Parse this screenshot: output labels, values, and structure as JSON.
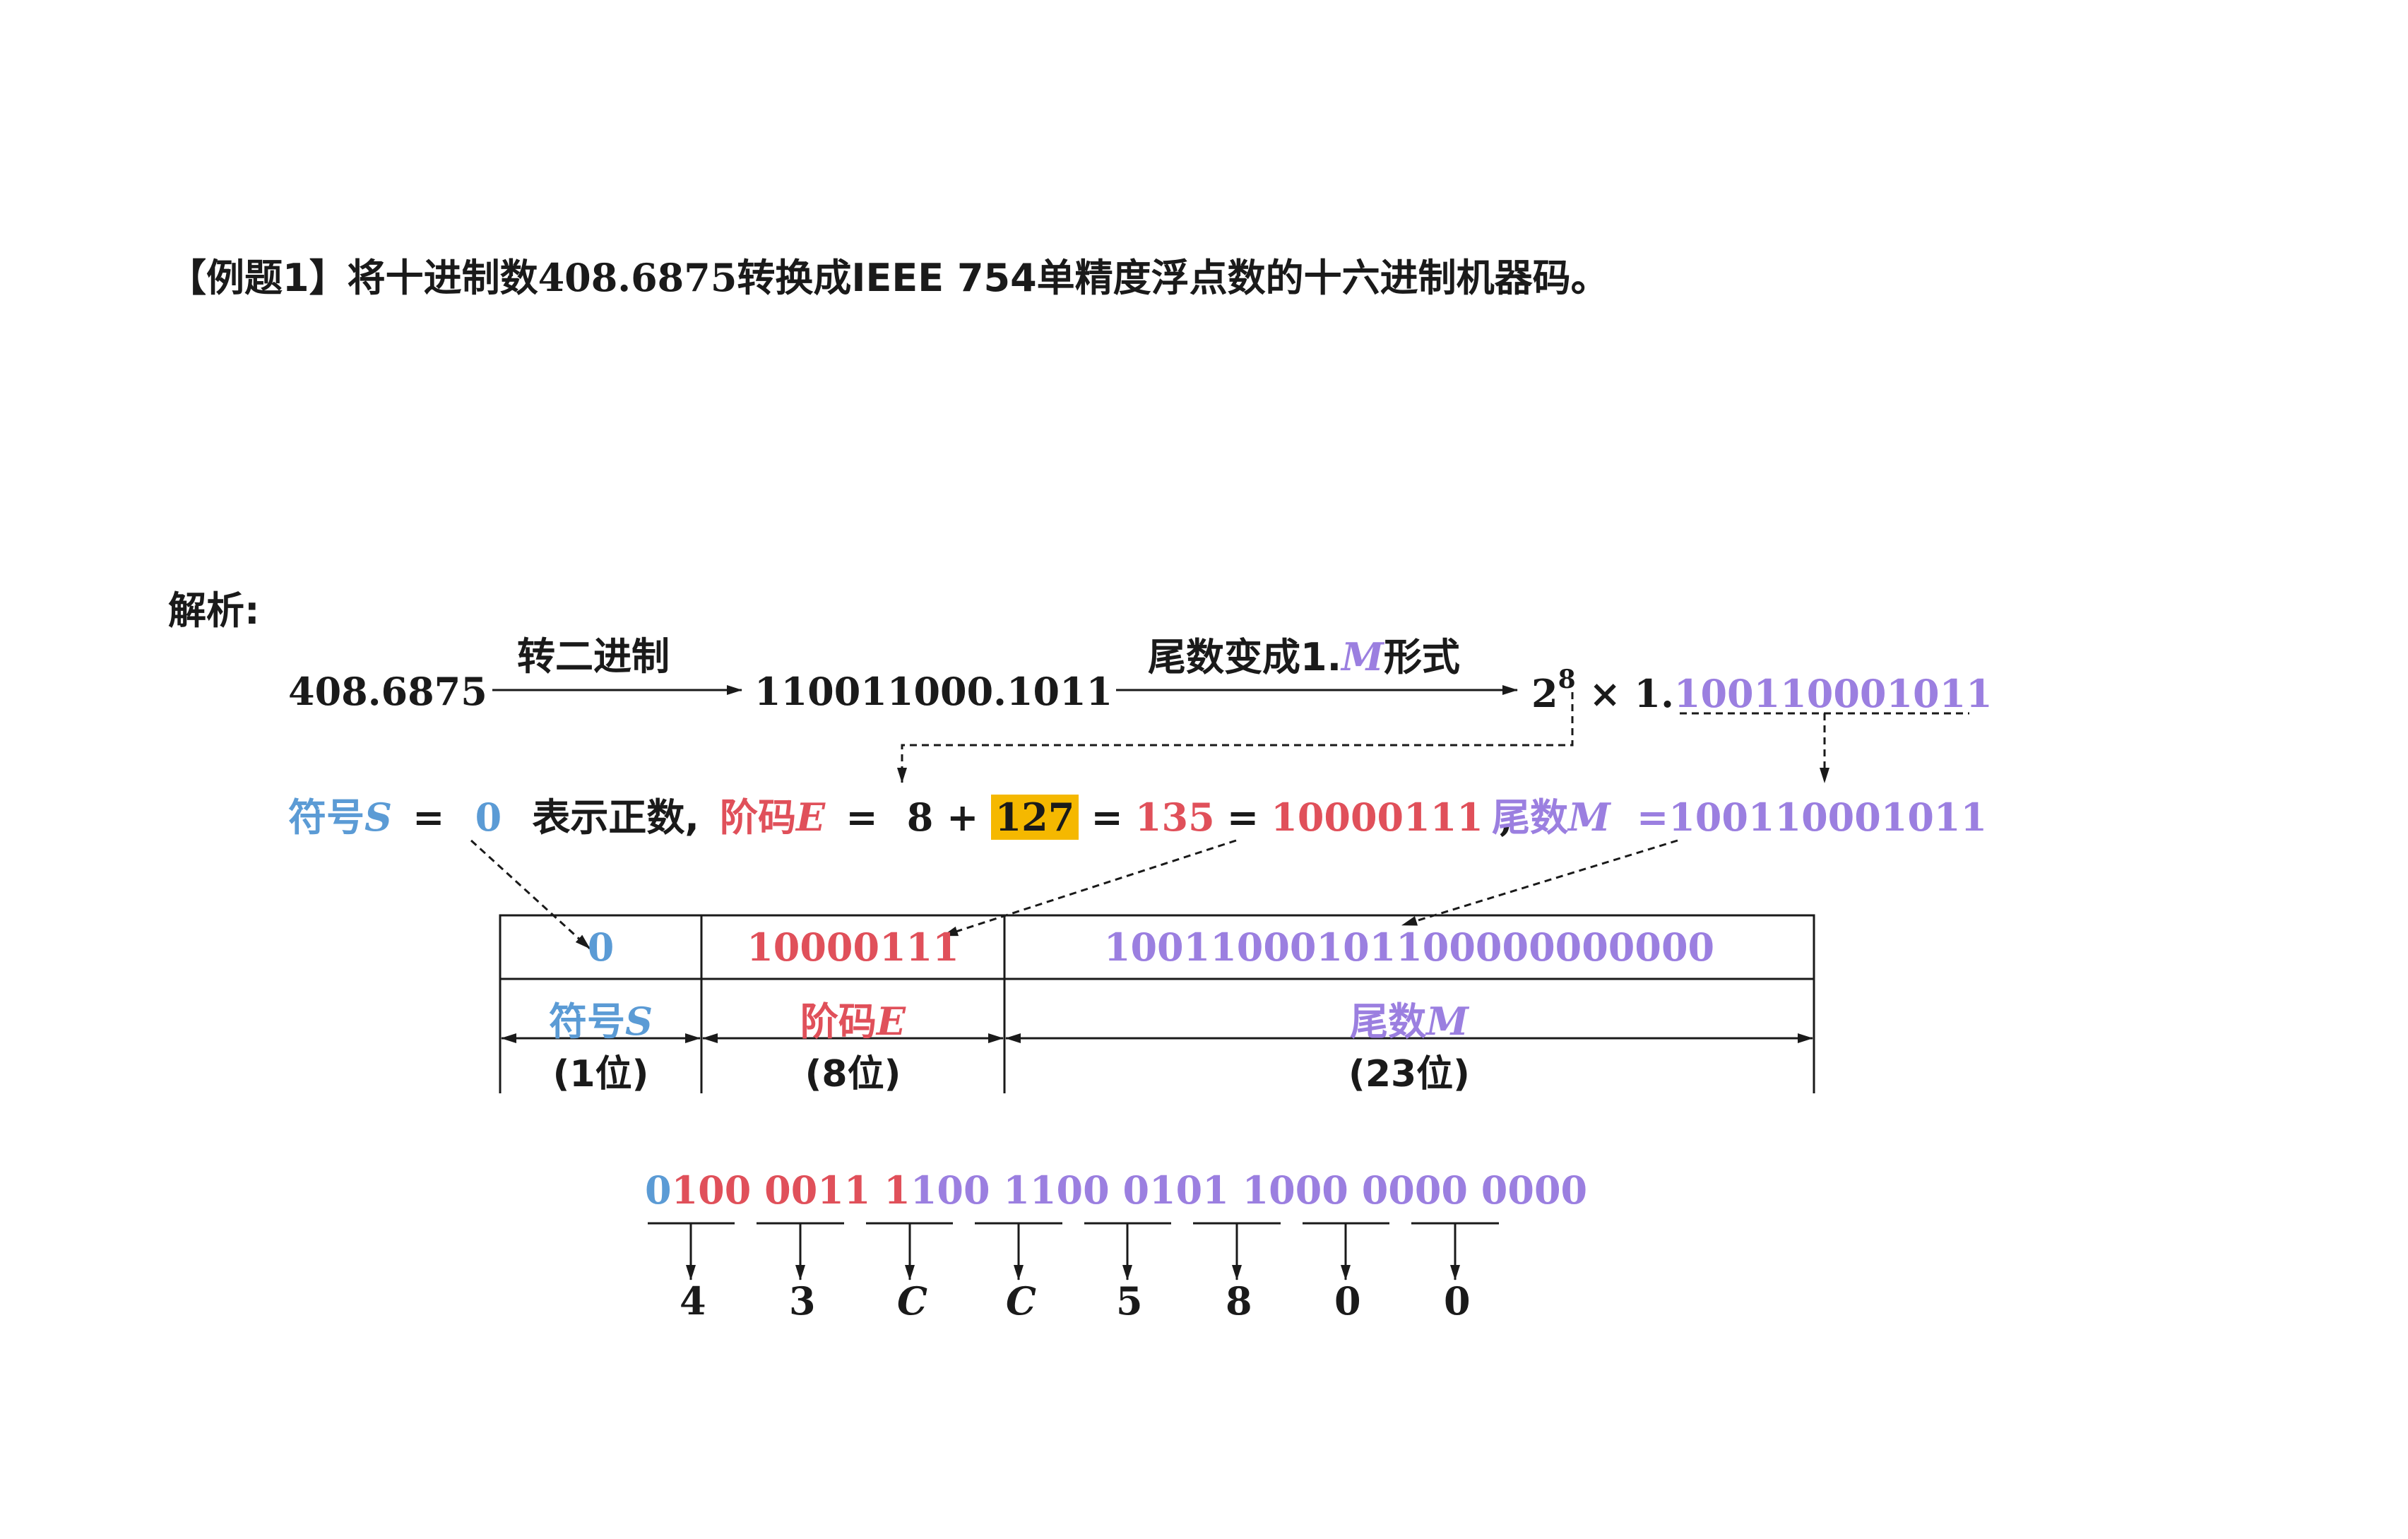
{
  "colors": {
    "sign": "#5b9bd5",
    "exponent": "#e0505a",
    "mantissa": "#9b7fe0",
    "highlight": "#f5b800"
  },
  "question": {
    "label": "【例题1】",
    "text_a": "将十进制数",
    "number": "408.6875",
    "text_b": "转换成IEEE 754单精度浮点数的十六进制机器码。"
  },
  "analysis": {
    "label": "解析:",
    "decimal": "408.6875",
    "step1_label": "转二进制",
    "binary": "110011000.1011",
    "step2_label_a": "尾数变成1.",
    "step2_label_m": "M",
    "step2_label_b": "形式",
    "sci_base": "2",
    "sci_exp": "8",
    "sci_times": "× 1.",
    "sci_mantissa": "100110001011"
  },
  "fields": {
    "sign_label": "符号",
    "sign_var": "S",
    "sign_eq": "=",
    "sign_value": "0",
    "sign_text": "表示正数,",
    "exp_label": "阶码",
    "exp_var": "E",
    "exp_eq": "=",
    "exp_formula_a": "8 +",
    "exp_bias": "127",
    "exp_formula_b": "=",
    "exp_dec": "135",
    "exp_formula_c": "=",
    "exp_bin": "10000111",
    "exp_comma": ",",
    "man_label": "尾数",
    "man_var": "M",
    "man_eq": "=",
    "man_value": "100110001011"
  },
  "table": {
    "sign_bits": "0",
    "exp_bits": "10000111",
    "man_bits": "10011000101100000000000",
    "sign_name": "符号",
    "sign_var": "S",
    "exp_name": "阶码",
    "exp_var": "E",
    "man_name": "尾数",
    "man_var": "M",
    "sign_width": "(1位)",
    "exp_width": "(8位)",
    "man_width": "(23位)"
  },
  "hex": {
    "g1_a": "0",
    "g1_b": "100",
    "g2": "0011",
    "g3_a": "1",
    "g3_b": "100",
    "g4": "1100",
    "g5": "0101",
    "g6": "1000",
    "g7": "0000",
    "g8": "0000",
    "d1": "4",
    "d2": "3",
    "d3": "C",
    "d4": "C",
    "d5": "5",
    "d6": "8",
    "d7": "0",
    "d8": "0"
  }
}
